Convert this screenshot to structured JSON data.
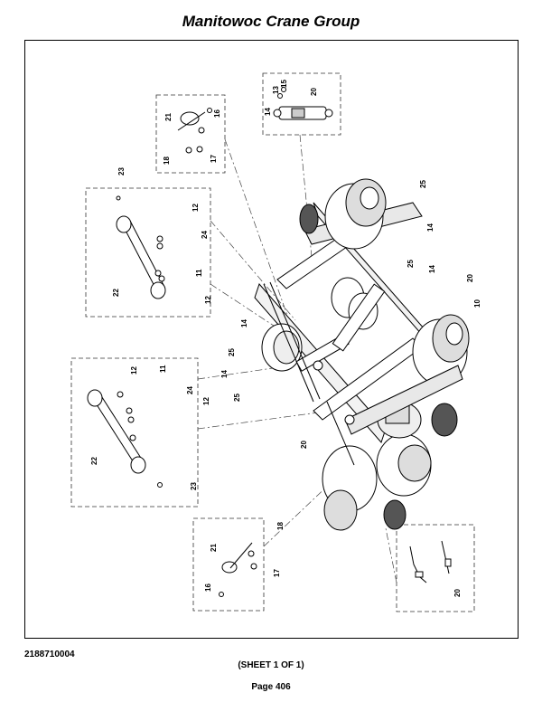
{
  "header": {
    "title": "Manitowoc Crane Group"
  },
  "footer": {
    "document_number": "2188710004",
    "sheet": "(SHEET 1 OF 1)",
    "page": "Page 406"
  },
  "callouts": {
    "c10": "10",
    "c11": "11",
    "c12": "12",
    "c13": "13",
    "c14": "14",
    "c15": "15",
    "c16": "16",
    "c17": "17",
    "c18": "18",
    "c20": "20",
    "c21": "21",
    "c22": "22",
    "c23": "23",
    "c24": "24",
    "c25": "25"
  }
}
